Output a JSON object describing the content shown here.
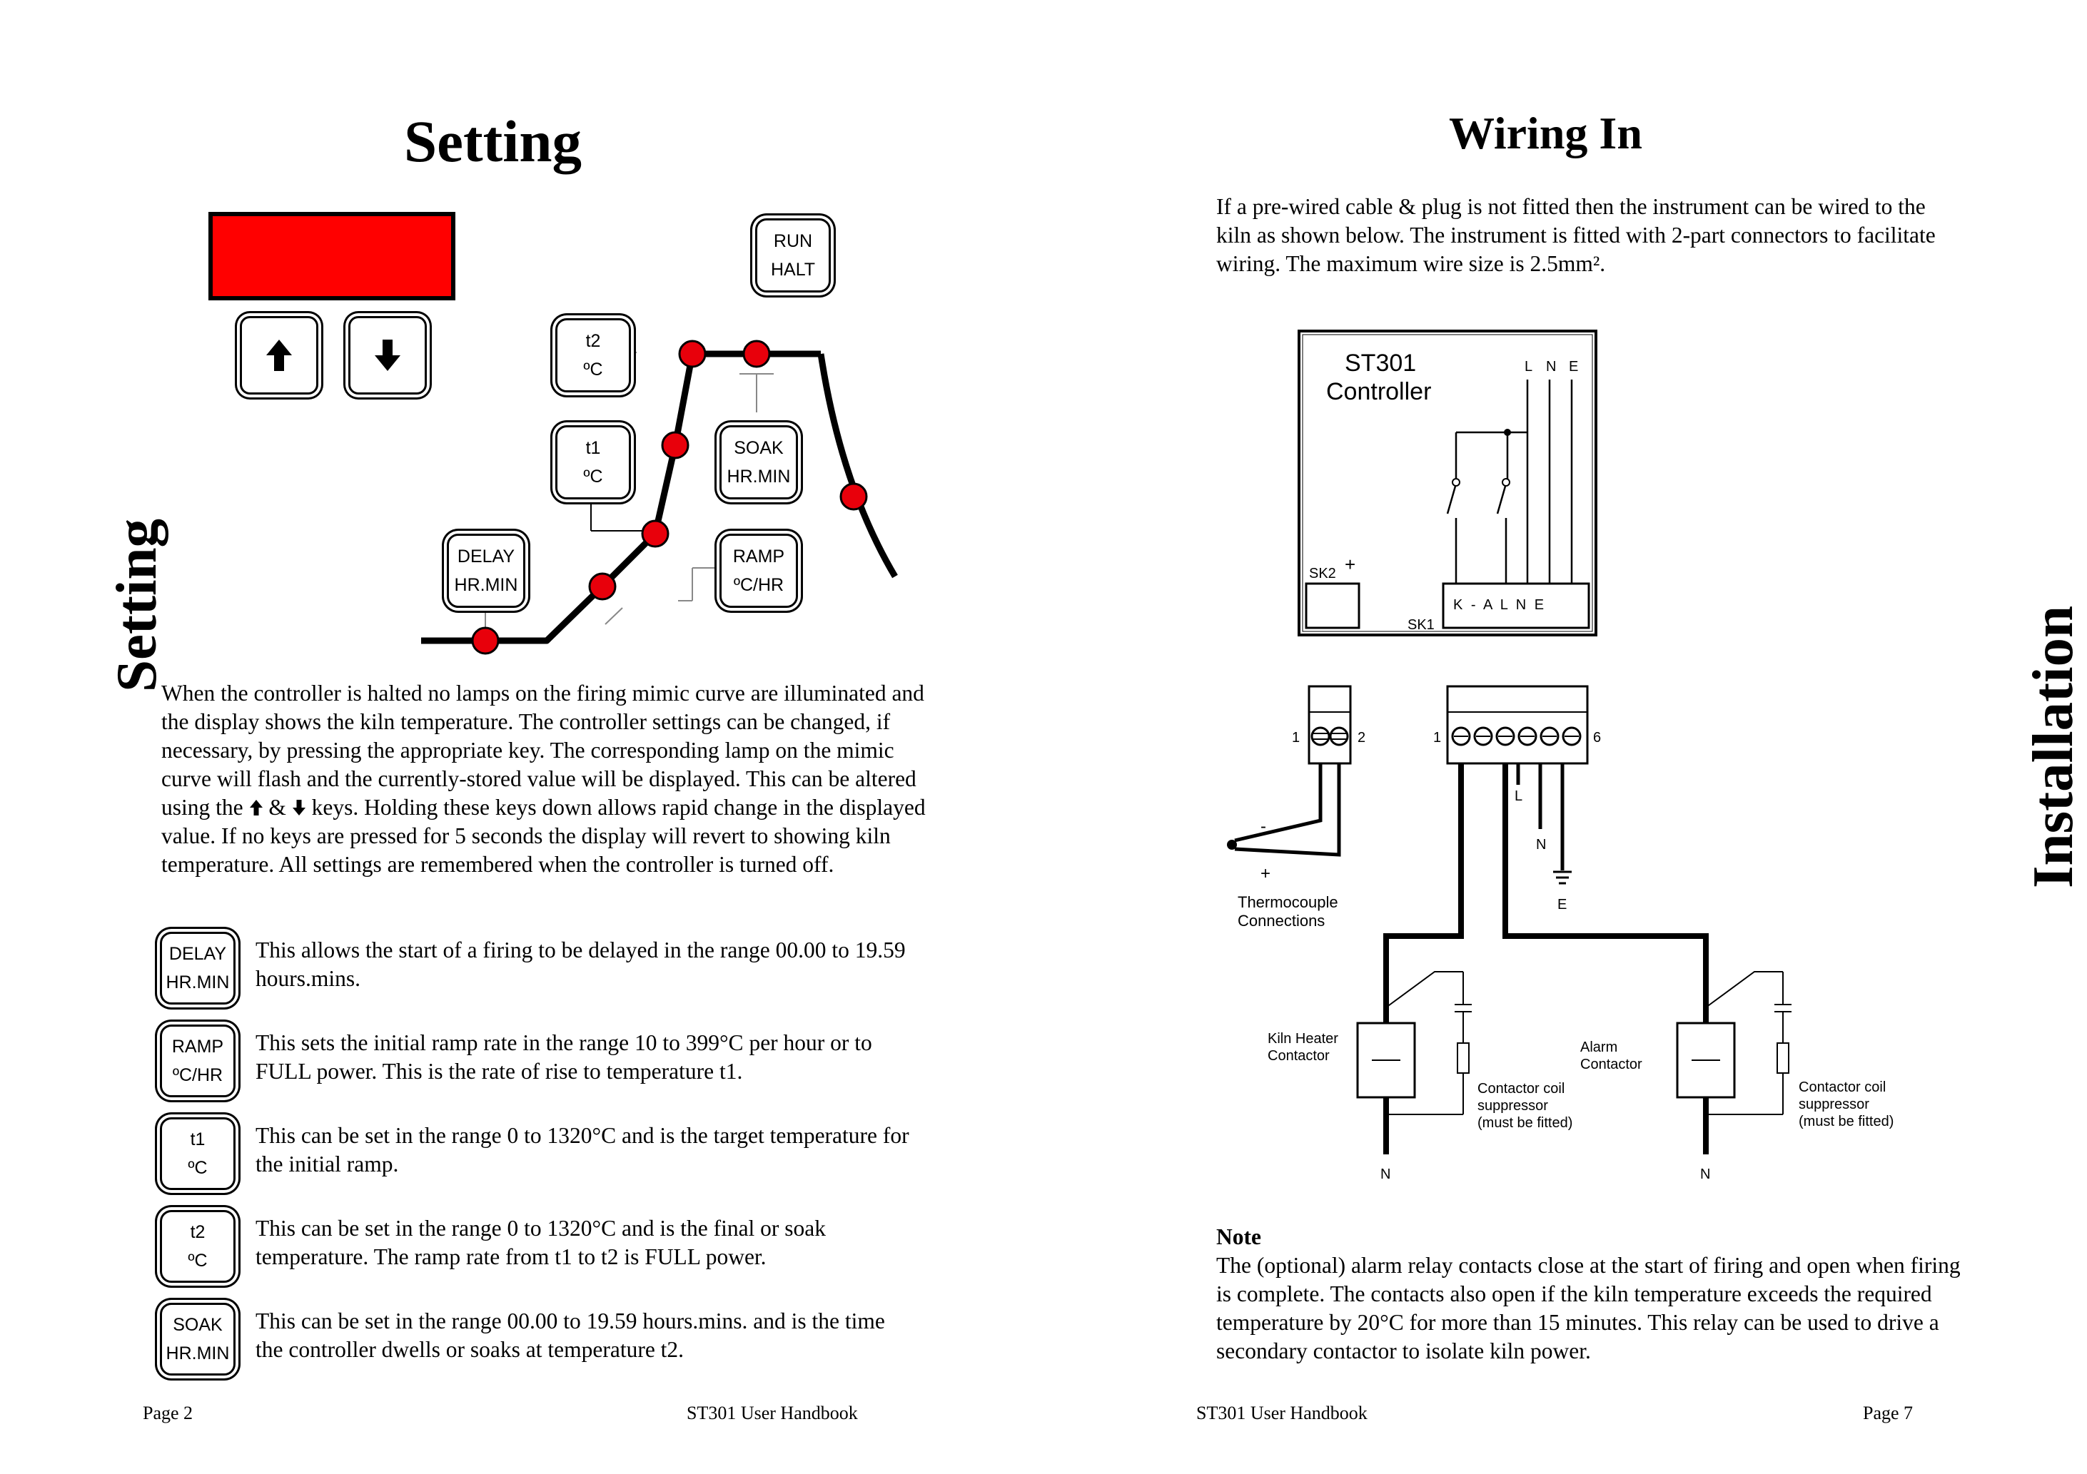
{
  "left_page": {
    "title": "Setting",
    "side_tab": "Setting",
    "mimic": {
      "keys": {
        "run": [
          "RUN",
          "HALT"
        ],
        "t2": [
          "t2",
          "ºC"
        ],
        "t1": [
          "t1",
          "ºC"
        ],
        "soak": [
          "SOAK",
          "HR.MIN"
        ],
        "delay": [
          "DELAY",
          "HR.MIN"
        ],
        "ramp": [
          "RAMP",
          "ºC/HR"
        ]
      },
      "up_icon": "up-arrow-icon",
      "down_icon": "down-arrow-icon",
      "display_color": "#ff0000",
      "lamp_color": "#e8000b"
    },
    "paragraph": {
      "part1": "When the controller is halted no lamps on the firing mimic curve are illuminated and the display shows the kiln temperature. The controller settings can be changed, if necessary, by pressing the appropriate key. The corresponding lamp on the mimic curve will flash and the currently-stored value will be displayed. This can be altered using the",
      "amp": "&",
      "part2": "keys. Holding these keys down allows rapid change in the displayed value. If no keys are pressed for 5 seconds the display will revert to showing kiln temperature. All settings are remembered when the controller is turned off."
    },
    "items": [
      {
        "key": [
          "DELAY",
          "HR.MIN"
        ],
        "text": "This allows the start of a firing to be delayed in the range 00.00 to 19.59 hours.mins."
      },
      {
        "key": [
          "RAMP",
          "ºC/HR"
        ],
        "text": "This sets the initial ramp rate in the range 10 to 399°C per hour or to FULL power. This is the rate of rise to temperature t1."
      },
      {
        "key": [
          "t1",
          "ºC"
        ],
        "text": "This can be set in the range 0 to 1320°C and is the target temperature for the initial ramp."
      },
      {
        "key": [
          "t2",
          "ºC"
        ],
        "text": "This can be set in the range 0 to 1320°C and is the final or soak temperature. The ramp rate from t1 to t2 is FULL power."
      },
      {
        "key": [
          "SOAK",
          "HR.MIN"
        ],
        "text": "This can be set in the range 00.00 to 19.59 hours.mins. and is the time the controller dwells or soaks at temperature t2."
      }
    ],
    "footer_page": "Page 2",
    "footer_title": "ST301 User Handbook"
  },
  "right_page": {
    "title": "Wiring In",
    "side_tab": "Installation",
    "intro": "If a pre-wired cable & plug is not fitted then the instrument can be wired to the kiln as shown below. The instrument is fitted with 2-part connectors to facilitate wiring. The maximum wire size is 2.5mm².",
    "diagram": {
      "controller_line1": "ST301",
      "controller_line2": "Controller",
      "lne": [
        "L",
        "N",
        "E"
      ],
      "sk2": "SK2",
      "sk2_plus": "+",
      "sk1": "SK1",
      "sk1_strip": "K - A L N E",
      "tc_pin1": "1",
      "tc_pin2": "2",
      "main_pin1": "1",
      "main_pin6": "6",
      "minus": "-",
      "plus": "+",
      "thermocouple_line1": "Thermocouple",
      "thermocouple_line2": "Connections",
      "label_L": "L",
      "label_N": "N",
      "label_E": "E",
      "kiln_line1": "Kiln Heater",
      "kiln_line2": "Contactor",
      "alarm_line1": "Alarm",
      "alarm_line2": "Contactor",
      "supp_line1": "Contactor coil",
      "supp_line2": "suppressor",
      "supp_line3": "(must be fitted)",
      "n_left": "N",
      "n_right": "N"
    },
    "note_heading": "Note",
    "note": "The (optional) alarm relay contacts close at the start of firing and open when firing is complete. The contacts also open if the kiln temperature exceeds the required temperature by 20°C for more than 15 minutes. This relay can be used to drive a secondary contactor to isolate kiln power.",
    "footer_title": "ST301 User Handbook",
    "footer_page": "Page 7"
  }
}
